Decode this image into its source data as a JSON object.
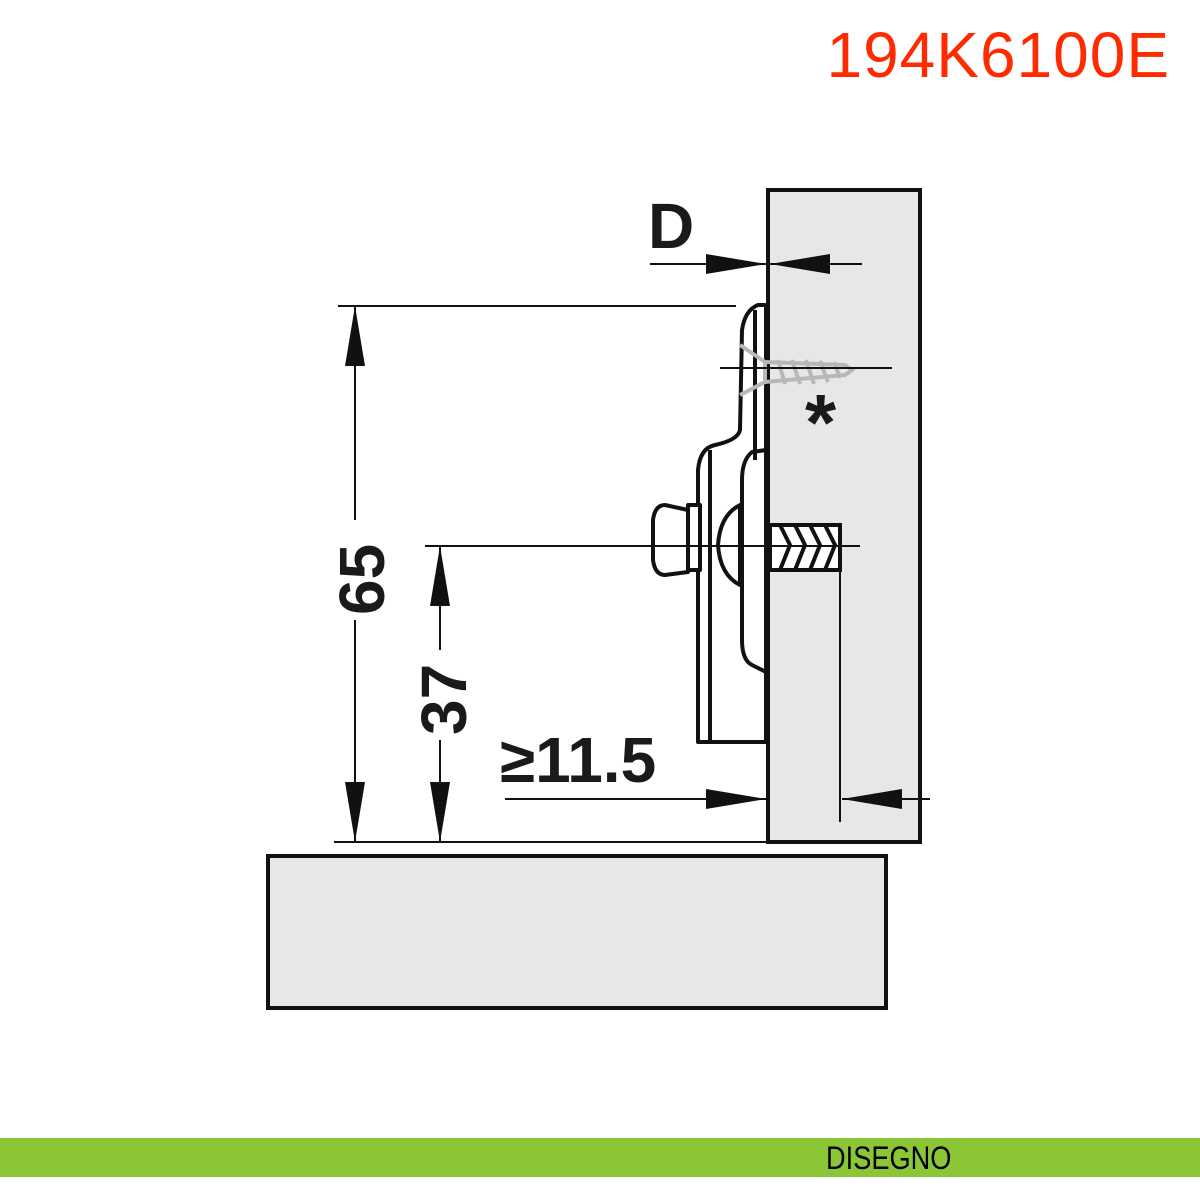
{
  "product_code": "194K6100E",
  "section_label": "DISEGNO",
  "colors": {
    "code": "#ff2a00",
    "bar": "#8ac636",
    "panel": "#e6e7e8"
  },
  "dimensions": {
    "depth_label": "D",
    "height_total": "65",
    "height_center": "37",
    "min_offset": "≥11.5",
    "note_marker": "*"
  }
}
